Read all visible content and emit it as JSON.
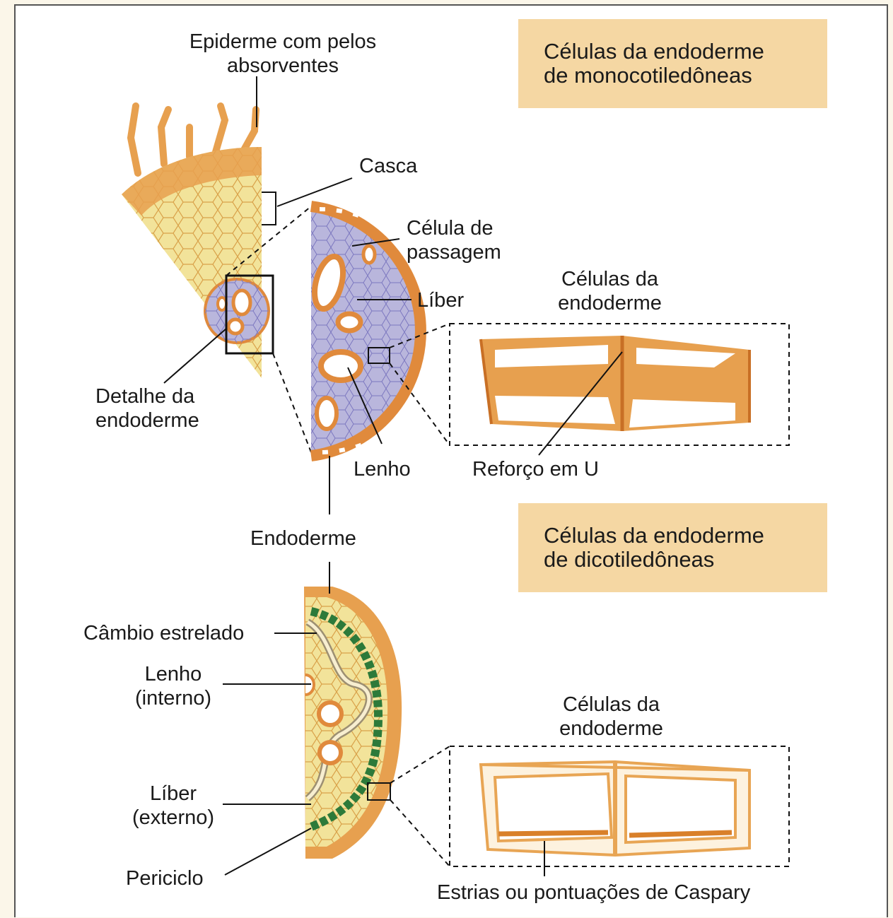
{
  "mono_banner": {
    "line1": "Células da endoderme",
    "line2": "de monocotiledôneas"
  },
  "dico_banner": {
    "line1": "Células da endoderme",
    "line2": "de dicotiledôneas"
  },
  "labels": {
    "epiderme": "Epiderme com pelos\nabsorventes",
    "casca": "Casca",
    "celula_passagem": "Célula de\npassagem",
    "liber_mono": "Líber",
    "detalhe": "Detalhe da\nendoderme",
    "lenho_mono": "Lenho",
    "celulas_endoderme_mono": "Células da\nendoderme",
    "reforco": "Reforço em U",
    "endoderme": "Endoderme",
    "cambio": "Câmbio estrelado",
    "lenho_interno": "Lenho\n(interno)",
    "liber_externo": "Líber\n(externo)",
    "periciclo": "Periciclo",
    "celulas_endoderme_dico": "Células da\nendoderme",
    "estrias": "Estrias ou pontuações de Caspary"
  },
  "colors": {
    "cortex": "#f2e39a",
    "epidermis": "#e7a04f",
    "endoderm_orange": "#e08a3c",
    "stele": "#b9b6dc",
    "pericycle": "#2d7a3a",
    "banner": "#f5d7a3"
  }
}
